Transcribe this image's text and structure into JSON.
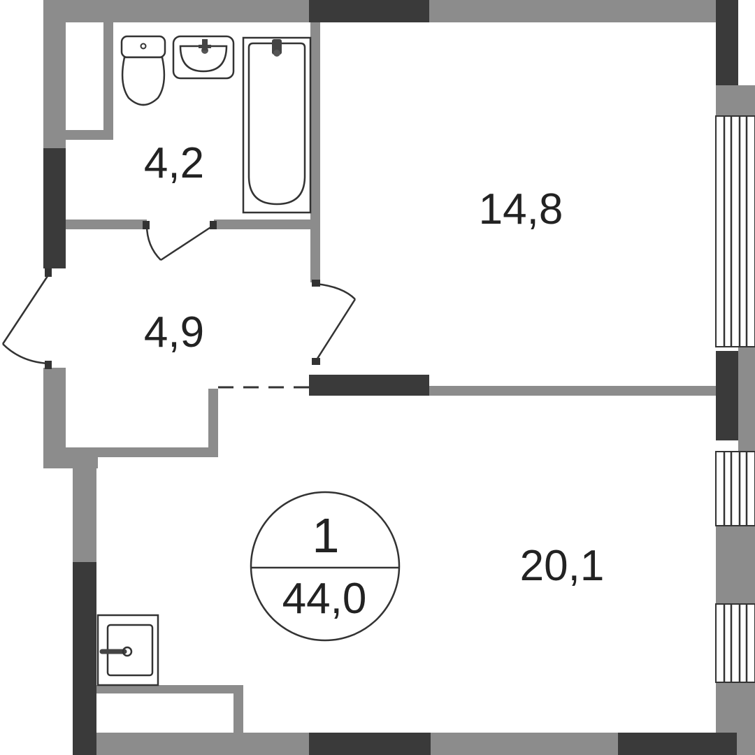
{
  "rooms": {
    "bathroom": {
      "area": "4,2"
    },
    "bedroom": {
      "area": "14,8"
    },
    "hallway": {
      "area": "4,9"
    },
    "living_kitchen": {
      "area": "20,1"
    }
  },
  "badge": {
    "room_count": "1",
    "total_area": "44,0"
  },
  "colors": {
    "wall": "#8c8c8c",
    "wall_dark": "#3a3a3a",
    "line": "#333333",
    "background": "#ffffff"
  }
}
